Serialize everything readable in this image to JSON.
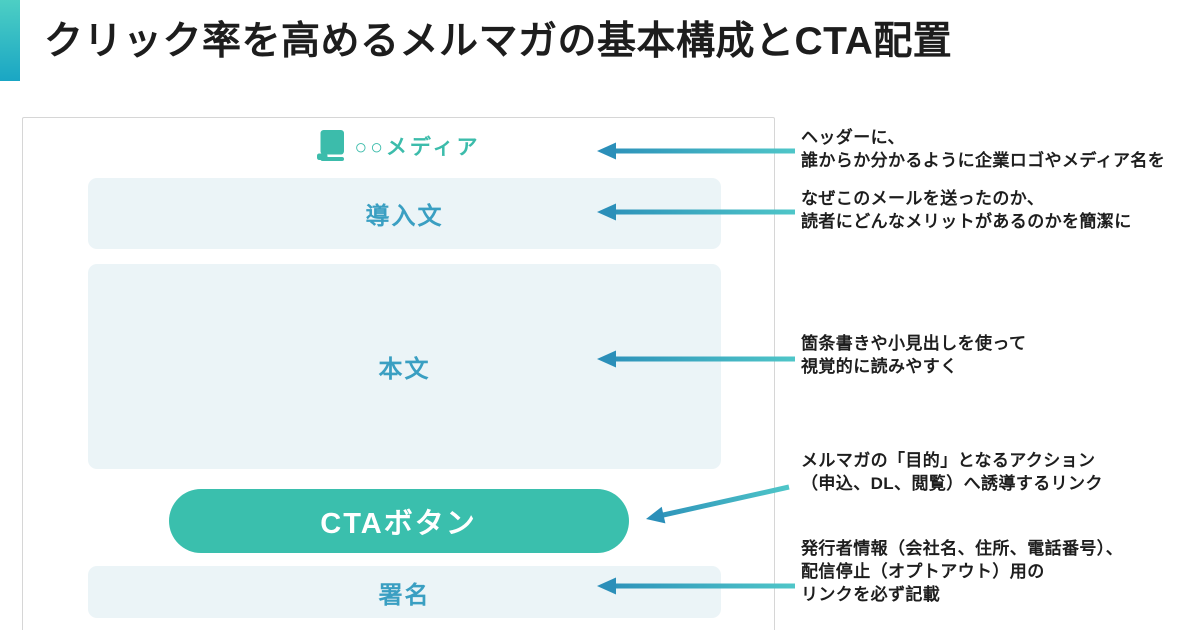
{
  "title": "クリック率を高めるメルマガの基本構成とCTA配置",
  "mail_preview": {
    "header_label": "○○メディア",
    "sections": {
      "intro": "導入文",
      "body": "本文",
      "cta": "CTAボタン",
      "signature": "署名"
    }
  },
  "annotations": [
    {
      "target": "header",
      "lines": [
        "ヘッダーに、",
        "誰からか分かるように企業ロゴやメディア名を"
      ]
    },
    {
      "target": "intro",
      "lines": [
        "なぜこのメールを送ったのか、",
        "読者にどんなメリットがあるのかを簡潔に"
      ]
    },
    {
      "target": "body",
      "lines": [
        "箇条書きや小見出しを使って",
        "視覚的に読みやすく"
      ]
    },
    {
      "target": "cta",
      "lines": [
        "メルマガの「目的」となるアクション",
        "（申込、DL、閲覧）へ誘導するリンク"
      ]
    },
    {
      "target": "signature",
      "lines": [
        "発行者情報（会社名、住所、電話番号）、",
        "配信停止（オプトアウト）用の",
        "リンクを必ず記載"
      ]
    }
  ],
  "colors": {
    "accent_gradient_top": "#4dcfc4",
    "accent_gradient_bottom": "#1aa6c4",
    "frame_border": "#d6d6d6",
    "box_background": "#ebf4f7",
    "box_label": "#3a9fc2",
    "cta_background": "#3abfad",
    "media_label": "#3cbcab",
    "arrow_head": "#2b8fb9",
    "arrow_tail": "#4fc6c8",
    "title_text": "#1d1d1d",
    "annotation_text": "#1e1e1e"
  }
}
